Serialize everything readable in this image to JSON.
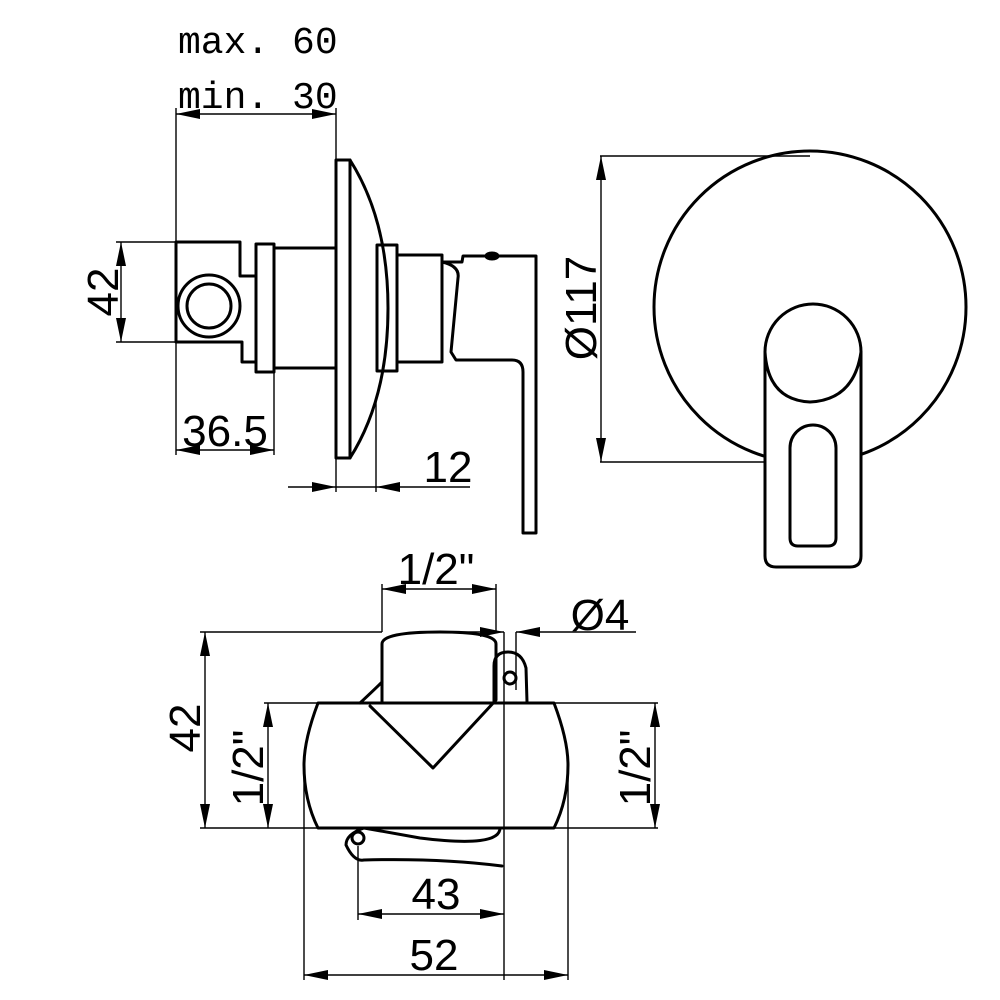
{
  "labels": {
    "max_depth": "max. 60",
    "min_depth": "min. 30",
    "body_height_side": "42",
    "body_length": "36.5",
    "plate_thickness": "12",
    "plate_diameter": "Ø117",
    "inlet_top": "1/2\"",
    "screw_diameter": "Ø4",
    "body_height_bottom": "42",
    "inlet_left": "1/2\"",
    "inlet_right": "1/2\"",
    "hole_spacing": "43",
    "body_width": "52"
  },
  "colors": {
    "line": "#000000",
    "background": "#ffffff"
  }
}
